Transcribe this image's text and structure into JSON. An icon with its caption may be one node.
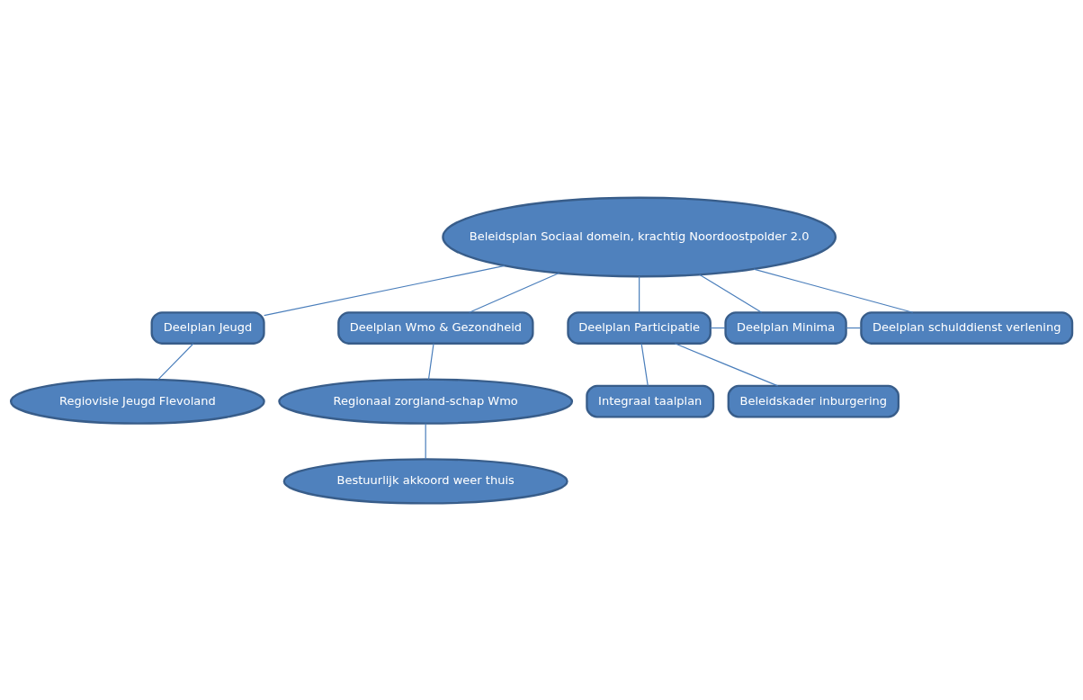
{
  "diagram": {
    "nodes": [
      {
        "text": [
          "Beleidsplan Sociaal domein, krachtig Noordoostpolder 2.0"
        ]
      },
      {
        "text": [
          "Deelplan Jeugd"
        ]
      },
      {
        "text": [
          "Deelplan Wmo & Gezondheid"
        ]
      },
      {
        "text": [
          "Deelplan Participatie"
        ]
      },
      {
        "text": [
          "Deelplan Minima"
        ]
      },
      {
        "text": [
          "Deelplan schulddienst verlening"
        ]
      },
      {
        "text": [
          "Regiovisie Jeugd Flevoland"
        ]
      },
      {
        "text": [
          "Regionaal zorgland-schap Wmo"
        ]
      },
      {
        "text": [
          "Bestuurlijk akkoord weer thuis"
        ]
      },
      {
        "text": [
          "Integraal taalplan"
        ]
      },
      {
        "text": [
          "Beleidskader inburgering"
        ]
      }
    ],
    "edges": [
      {
        "from": 0,
        "to": 1,
        "arrow": "none"
      },
      {
        "from": 0,
        "to": 2,
        "arrow": "none"
      },
      {
        "from": 0,
        "to": 3,
        "arrow": "none"
      },
      {
        "from": 0,
        "to": 4,
        "arrow": "none"
      },
      {
        "from": 0,
        "to": 5,
        "arrow": "none"
      },
      {
        "from": 3,
        "to": 4,
        "arrow": "none"
      },
      {
        "from": 4,
        "to": 5,
        "arrow": "none"
      },
      {
        "from": 1,
        "to": 6,
        "arrow": "none"
      },
      {
        "from": 2,
        "to": 7,
        "arrow": "none"
      },
      {
        "from": 7,
        "to": 8,
        "arrow": "none"
      },
      {
        "from": 3,
        "to": 9,
        "arrow": "none"
      },
      {
        "from": 3,
        "to": 10,
        "arrow": "none"
      }
    ]
  }
}
